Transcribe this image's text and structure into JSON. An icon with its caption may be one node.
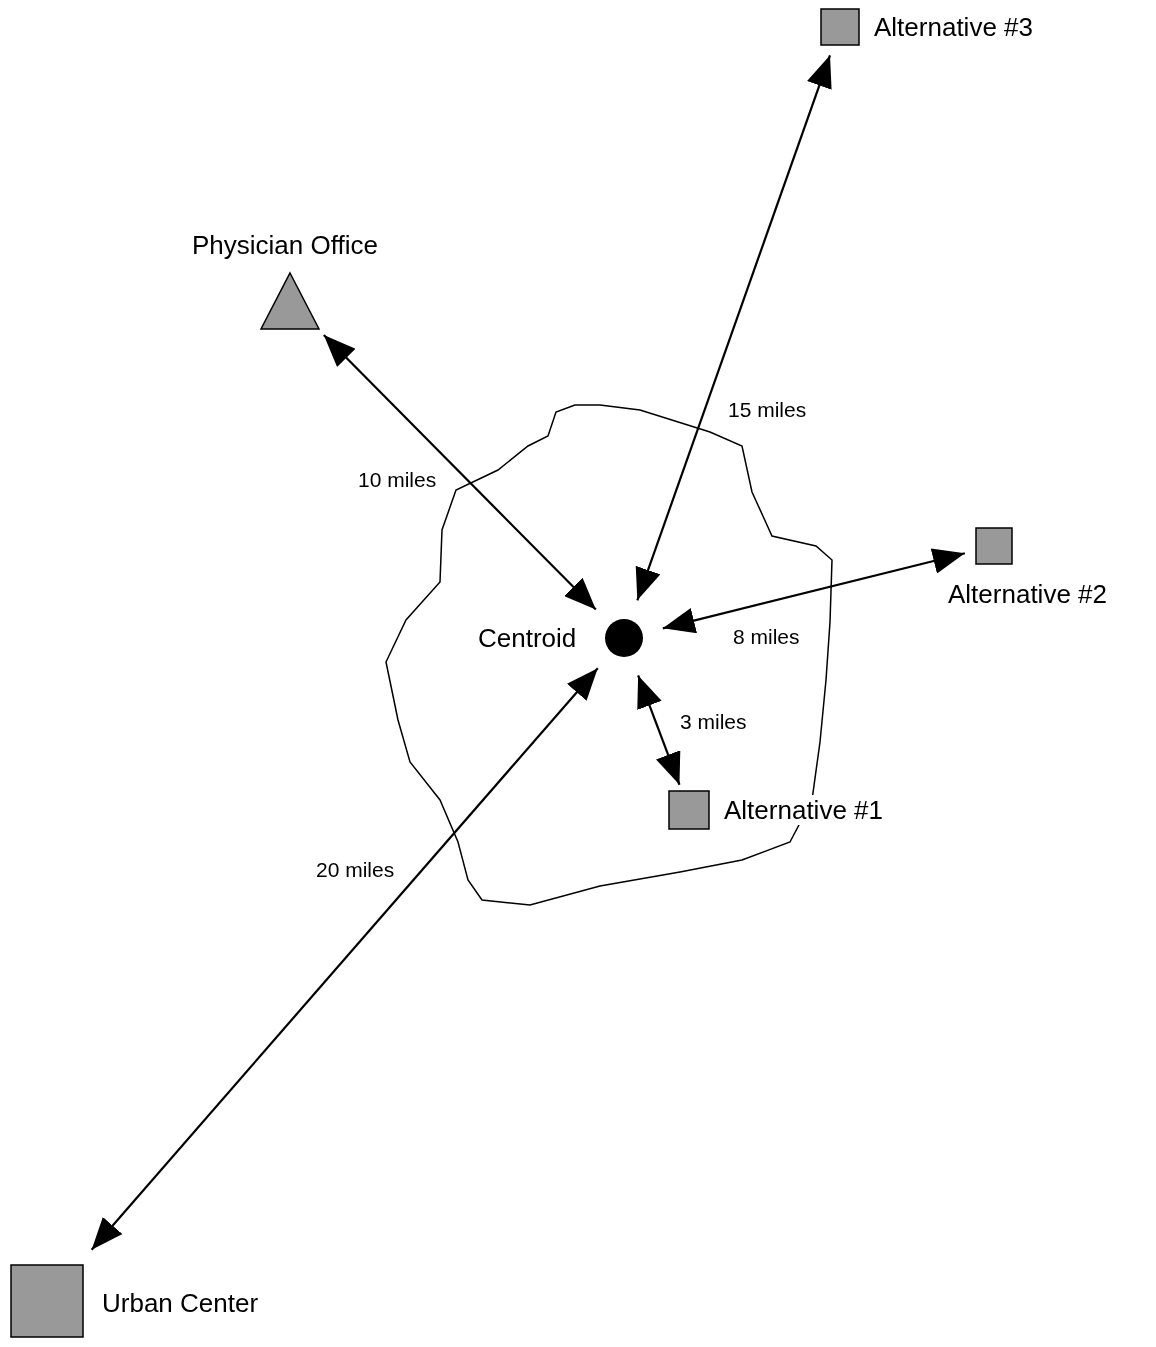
{
  "diagram": {
    "nodes": [
      {
        "text": [
          "Alternative #3"
        ]
      },
      {
        "text": [
          "Physician Office"
        ]
      },
      {
        "text": [
          "Alternative #2"
        ]
      },
      {
        "text": [
          "Centroid"
        ]
      },
      {
        "text": [
          "Alternative #1"
        ]
      },
      {
        "text": [
          "Urban Center"
        ]
      }
    ],
    "edges": [
      {
        "from": 3,
        "to": 0,
        "arrow": "both",
        "label": "15 miles"
      },
      {
        "from": 3,
        "to": 1,
        "arrow": "both",
        "label": "10 miles"
      },
      {
        "from": 3,
        "to": 2,
        "arrow": "both",
        "label": "8 miles"
      },
      {
        "from": 3,
        "to": 4,
        "arrow": "both",
        "label": "3 miles"
      },
      {
        "from": 3,
        "to": 5,
        "arrow": "both",
        "label": "20 miles"
      }
    ]
  }
}
